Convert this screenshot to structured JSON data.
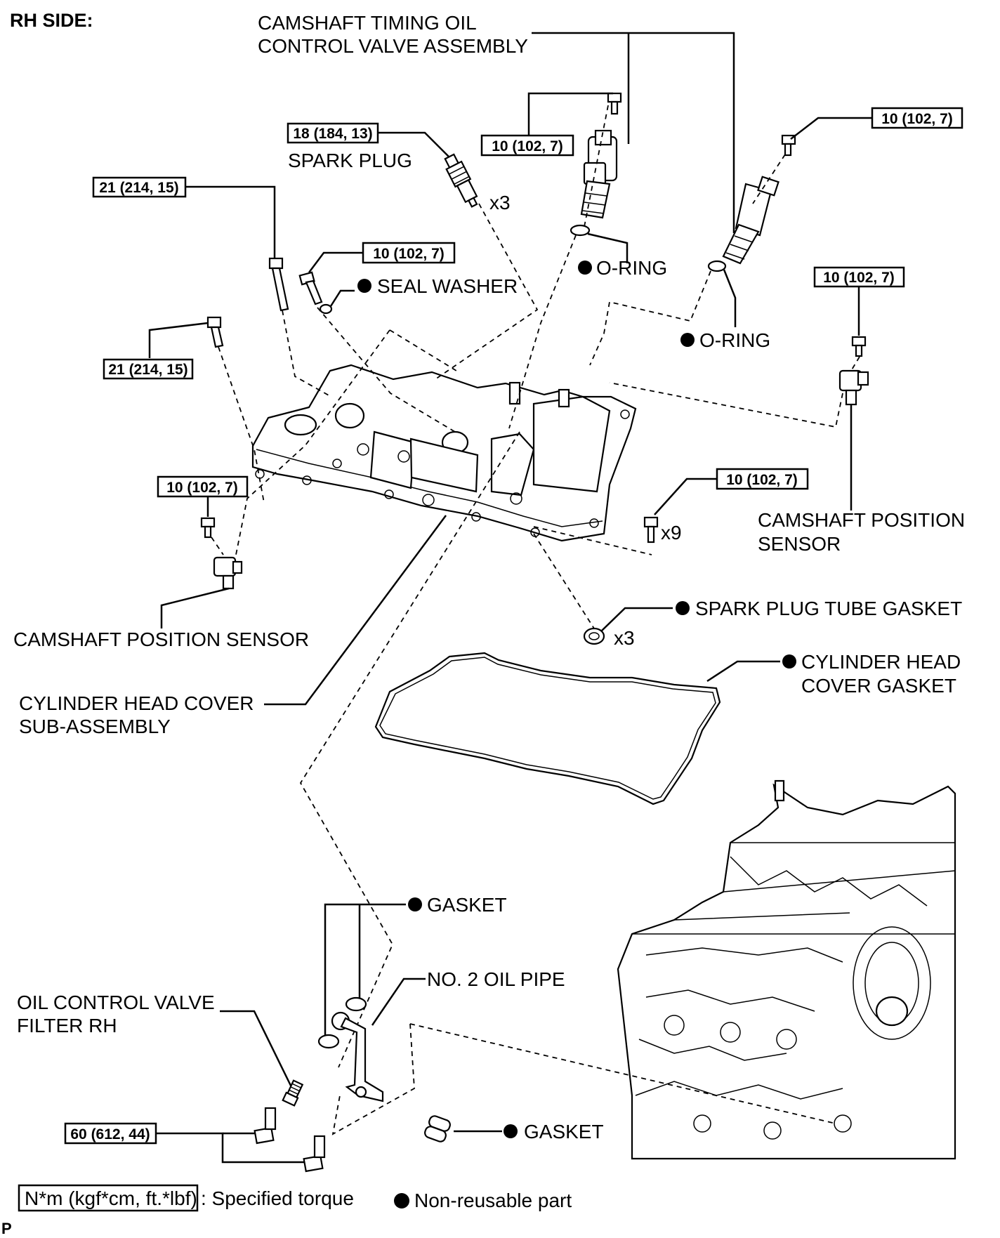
{
  "title": "RH SIDE:",
  "footer_letter": "P",
  "labels": {
    "camshaft_timing_valve_1": "CAMSHAFT TIMING OIL",
    "camshaft_timing_valve_2": "CONTROL VALVE ASSEMBLY",
    "spark_plug": "SPARK PLUG",
    "seal_washer": "SEAL WASHER",
    "o_ring_1": "O-RING",
    "o_ring_2": "O-RING",
    "cam_pos_sensor_right_1": "CAMSHAFT POSITION",
    "cam_pos_sensor_right_2": "SENSOR",
    "cam_pos_sensor_left": "CAMSHAFT POSITION SENSOR",
    "spark_plug_tube_gasket": "SPARK PLUG TUBE GASKET",
    "cyl_head_cover_gasket_1": "CYLINDER HEAD",
    "cyl_head_cover_gasket_2": "COVER GASKET",
    "cyl_head_cover_sub_1": "CYLINDER HEAD COVER",
    "cyl_head_cover_sub_2": "SUB-ASSEMBLY",
    "gasket_upper": "GASKET",
    "no2_oil_pipe": "NO. 2 OIL PIPE",
    "ocv_filter_1": "OIL CONTROL VALVE",
    "ocv_filter_2": "FILTER RH",
    "gasket_lower": "GASKET"
  },
  "quantities": {
    "spark_plug": "x3",
    "bolts": "x9",
    "tube_gasket": "x3"
  },
  "torques": {
    "spark_plug": "18 (184, 13)",
    "valve_bolt_left": "10 (102, 7)",
    "valve_bolt_right": "10 (102, 7)",
    "cover_bolt_top": "21 (214, 15)",
    "cover_bolt_side": "21 (214, 15)",
    "seal_washer_bolt": "10 (102, 7)",
    "cam_sensor_right_bolt": "10 (102, 7)",
    "cam_sensor_left_bolt": "10 (102, 7)",
    "cover_bolts_x9": "10 (102, 7)",
    "union_bolt": "60 (612, 44)"
  },
  "legend": {
    "torque_box": "N*m (kgf*cm, ft.*lbf)",
    "torque_text": ": Specified torque",
    "nonreusable_text": "Non-reusable part"
  }
}
